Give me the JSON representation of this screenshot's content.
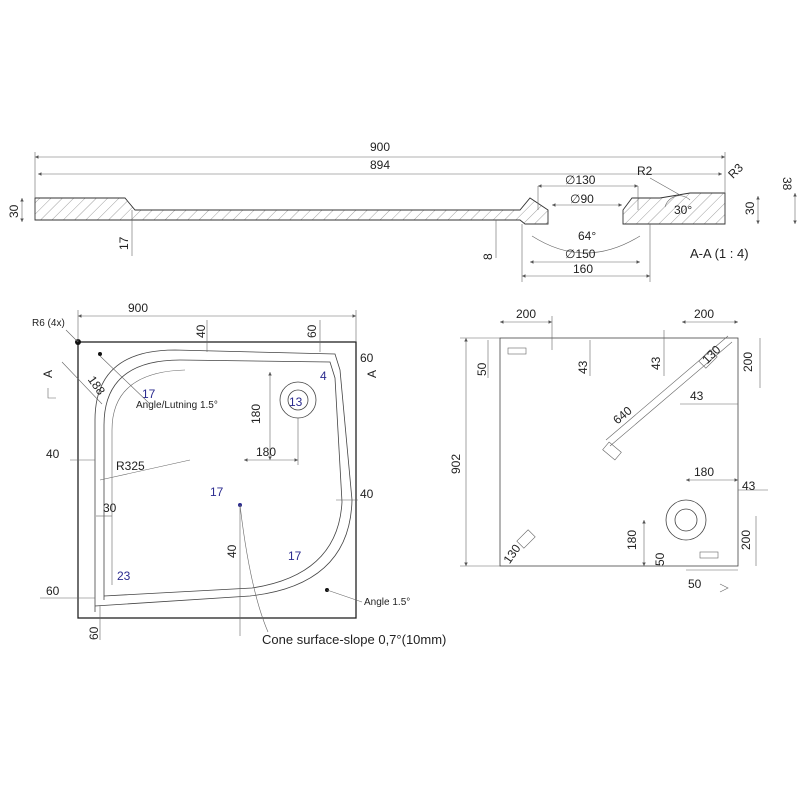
{
  "section": {
    "d900": "900",
    "d894": "894",
    "d130": "∅130",
    "d90": "∅90",
    "d150": "∅150",
    "d160": "160",
    "r2": "R2",
    "r3": "R3",
    "d38": "38",
    "d30_left": "30",
    "d30_right": "30",
    "d17": "17",
    "d8": "8",
    "ang64": "64°",
    "ang30": "30°",
    "label": "A-A (1 : 4)"
  },
  "plan": {
    "d900": "900",
    "r6": "R6 (4x)",
    "d40_top": "40",
    "d60_top": "60",
    "d60_right": "60",
    "a_left": "A",
    "a_right": "A",
    "d188": "188",
    "v17_top": "17",
    "angle_lutning": "Angle/Lutning 1.5°",
    "d180_v": "180",
    "v13": "13",
    "v4": "4",
    "d180_h": "180",
    "d40_left": "40",
    "r325": "R325",
    "v17_center": "17",
    "d40_right": "40",
    "d30": "30",
    "d40_center": "40",
    "v17_br": "17",
    "v23": "23",
    "d60_left": "60",
    "angle15": "Angle 1.5°",
    "d60_bottom": "60",
    "cone_note": "Cone surface-slope 0,7°(10mm)"
  },
  "bottom_view": {
    "d200_top_left": "200",
    "d200_top_right": "200",
    "d50_left": "50",
    "d43_a": "43",
    "d43_b": "43",
    "d130_top": "130",
    "d200_right": "200",
    "d640": "640",
    "d43_c": "43",
    "d902": "902",
    "d180_h": "180",
    "d43_d": "43",
    "d200_right_low": "200",
    "d180_v": "180",
    "d50_low": "50",
    "d130_low": "130",
    "d50_bottom": "50"
  }
}
